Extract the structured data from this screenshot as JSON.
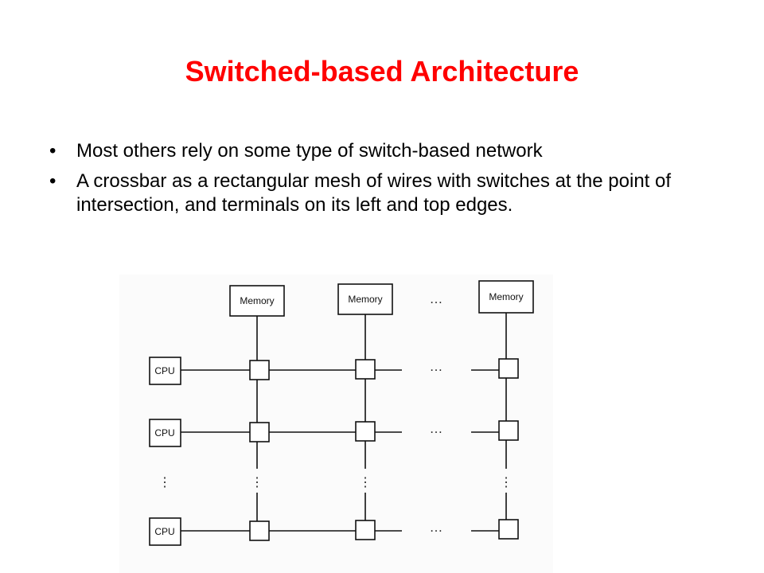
{
  "slide": {
    "title": "Switched-based Architecture",
    "title_color": "#ff0000",
    "bullets": [
      "Most others rely on some type of switch-based network",
      "A crossbar as a rectangular mesh of wires with switches at the point of intersection, and terminals on its left and top edges."
    ],
    "bullet_symbol": "•"
  },
  "diagram": {
    "memory_label": "Memory",
    "cpu_label": "CPU",
    "ellipsis": "…",
    "vertical_ellipsis": "⋮"
  }
}
